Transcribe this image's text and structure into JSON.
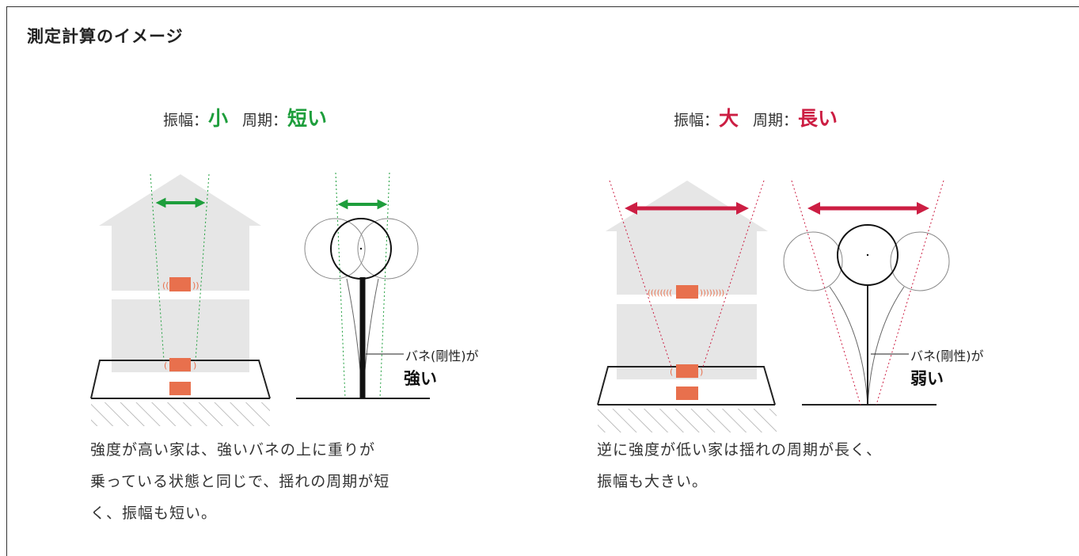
{
  "title": "測定計算のイメージ",
  "left": {
    "amplitude_label": "振幅：",
    "amplitude_value": "小",
    "period_label": "周期：",
    "period_value": "短い",
    "spring_label": "バネ(剛性)が",
    "spring_strength": "強い",
    "description": [
      "強度が高い家は、強いバネの上に重りが",
      "乗っている状態と同じで、揺れの周期が短",
      "く、振幅も短い。"
    ]
  },
  "right": {
    "amplitude_label": "振幅：",
    "amplitude_value": "大",
    "period_label": "周期：",
    "period_value": "長い",
    "spring_label": "バネ(剛性)が",
    "spring_strength": "弱い",
    "description": [
      "逆に強度が低い家は揺れの周期が長く、",
      "振幅も大きい。"
    ]
  },
  "colors": {
    "small_accent": "#1e9e3c",
    "large_accent": "#cc1e43",
    "house": "#e6e6e6",
    "weight": "#e8704d"
  }
}
